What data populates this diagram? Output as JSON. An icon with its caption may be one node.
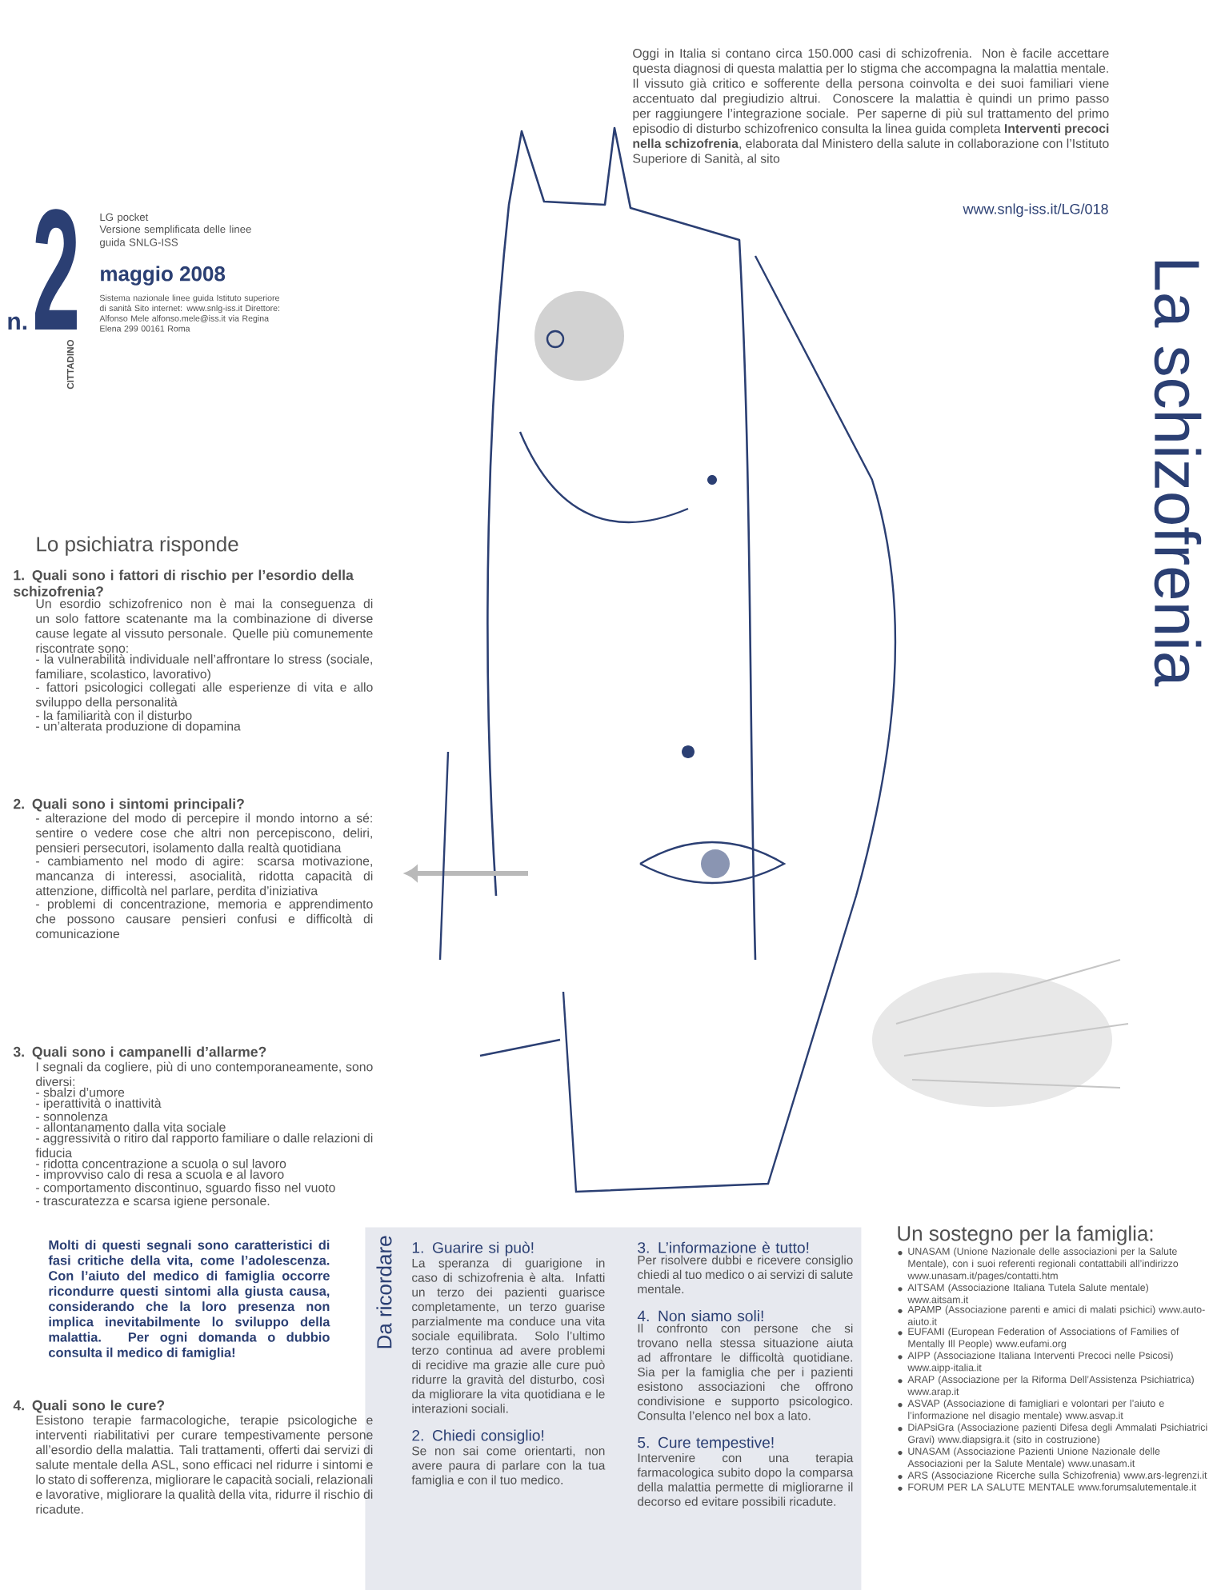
{
  "diagram": {
    "title": "La schizofrenia",
    "nodes": [
      {
        "text": [
          "Da ricordare",
          "1. Guarire si può!",
          "La speranza di guarigione in caso di schizofrenia è alta. Infatti un terzo dei pazienti guarisce completamente, un terzo guarise parzialmente ma conduce una vita sociale equilibrata. Solo l’ultimo terzo continua ad avere problemi di recidive ma grazie alle cure può ridurre la gravità del disturbo, così da migliorare la vita quotidiana e le interazioni sociali.",
          "2. Chiedi consiglio!",
          "Se non sai come orientarti, non avere paura di parlare con la tua famiglia e con il tuo medico.",
          "3. L’informazione è tutto!",
          "Per risolvere dubbi e ricevere consiglio chiedi al tuo medico o ai servizi di salute mentale.",
          "4. Non siamo soli!",
          "Il confronto con persone che si trovano nella stessa situazione aiuta ad affrontare le difficoltà quotidiane. Sia per la famiglia che per i pazienti esistono associazioni che offrono condivisione e supporto psicologico. Consulta l’elenco nel box a lato.",
          "5. Cure tempestive!",
          "Intervenire con una terapia farmacologica subito dopo la comparsa della malattia permette di migliorarne il decorso ed evitare possibili ricadute."
        ]
      }
    ],
    "labels": [
      "Oggi in Italia si contano circa 150.000 casi di schizofrenia. Non è facile accettare questa diagnosi di questa malattia per lo stigma che accompagna la malattia mentale. Il vissuto già critico e sofferente della persona coinvolta e dei suoi familiari viene accentuato dal pregiudizio altrui. Conoscere la malattia è quindi un primo passo per raggiungere l’integrazione sociale. Per saperne di più sul trattamento del primo episodio di disturbo schizofrenico consulta la linea guida completa **Interventi precoci nella schizofrenia**, elaborata dal Ministero della salute in collaborazione con l’Istituto Superiore di Sanità, al sito",
      "www.snlg-iss.it/LG/018",
      "LG pocket",
      "Versione semplificata delle linee guida SNLG-ISS",
      "maggio 2008",
      "n.",
      "2",
      "CITTADINO",
      "Sistema nazionale linee guida Istituto superiore di sanità Sito internet: www.snlg-iss.it Direttore: Alfonso Mele alfonso.mele@iss.it via Regina Elena 299 00161 Roma",
      "Lo psichiatra risponde",
      "1. Quali sono i fattori di rischio per l’esordio della schizofrenia?",
      "Un esordio schizofrenico non è mai la conseguenza di un solo fattore scatenante ma la combinazione di diverse cause legate al vissuto personale. Quelle più comunemente riscontrate sono:",
      "- la vulnerabilità individuale nell’affrontare lo stress (sociale, familiare, scolastico, lavorativo)",
      "- fattori psicologici collegati alle esperienze di vita e allo sviluppo della personalità",
      "- la familiarità con il disturbo",
      "- un’alterata produzione di dopamina",
      "2. Quali sono i sintomi principali?",
      "- alterazione del modo di percepire il mondo intorno a sé: sentire o vedere cose che altri non percepiscono, deliri, pensieri persecutori, isolamento dalla realtà quotidiana",
      "- cambiamento nel modo di agire: scarsa motivazione, mancanza di interessi, asocialità, ridotta capacità di attenzione, difficoltà nel parlare, perdita d’iniziativa",
      "- problemi di concentrazione, memoria e apprendimento che possono causare pensieri confusi e difficoltà di comunicazione",
      "3. Quali sono i campanelli d’allarme?",
      "I segnali da cogliere, più di uno contemporaneamente, sono diversi:",
      "- sbalzi d’umore",
      "- iperattività o inattività",
      "- sonnolenza",
      "- allontanamento dalla vita sociale",
      "- aggressività o ritiro dal rapporto familiare o dalle relazioni di fiducia",
      "- ridotta concentrazione a scuola o sul lavoro",
      "- improvviso calo di resa a scuola e al lavoro",
      "- comportamento discontinuo, sguardo fisso nel vuoto",
      "- trascuratezza e scarsa igiene personale.",
      "Molti di questi segnali sono caratteristici di fasi critiche della vita, come l’adolescenza. Con l’aiuto del medico di famiglia occorre ricondurre questi sintomi alla giusta causa, considerando che la loro presenza non implica inevitabilmente lo sviluppo della malattia. Per ogni domanda o dubbio consulta il medico di famiglia!",
      "4. Quali sono le cure?",
      "Esistono terapie farmacologiche, terapie psicologiche e interventi riabilitativi per curare tempestivamente persone all’esordio della malattia. Tali trattamenti, offerti dai servizi di salute mentale della ASL, sono efficaci nel ridurre i sintomi e lo stato di sofferenza, migliorare le capacità sociali, relazionali e lavorative, migliorare la qualità della vita, ridurre il rischio di ricadute.",
      "Un sostegno per la famiglia:",
      "UNASAM (Unione Nazionale delle associazioni per la Salute Mentale), con i suoi referenti regionali contattabili all’indirizzo www.unasam.it/pages/contatti.htm",
      "AITSAM (Associazione Italiana Tutela Salute mentale) www.aitsam.it",
      "APAMP (Associazione parenti e amici di malati psichici) www.auto-aiuto.it",
      "EUFAMI (European Federation of Associations of Families of Mentally Ill People) www.eufami.org",
      "AIPP (Associazione Italiana Interventi Precoci nelle Psicosi) www.aipp-italia.it",
      "ARAP (Associazione per la Riforma Dell’Assistenza Psichiatrica) www.arap.it",
      "ASVAP (Associazione di famigliari e volontari per l’aiuto e l’informazione nel disagio mentale) www.asvap.it",
      "DiAPsiGra (Associazione pazienti Difesa degli Ammalati Psichiatrici Gravi) www.diapsigra.it (sito in costruzione)",
      "UNASAM (Associazione Pazienti Unione Nazionale delle Associazioni per la Salute Mentale) www.unasam.it",
      "ARS (Associazione Ricerche sulla Schizofrenia) www.ars-legrenzi.it",
      "FORUM PER LA SALUTE MENTALE www.forumsalutementale.it"
    ]
  }
}
